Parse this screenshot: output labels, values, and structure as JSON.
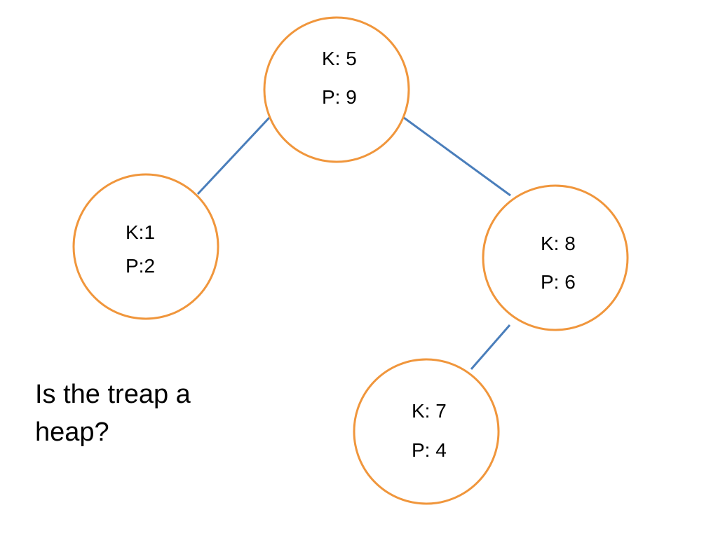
{
  "colors": {
    "node_stroke": "#f0963c",
    "edge_stroke": "#4a7ebb",
    "text": "#000000",
    "background": "#ffffff"
  },
  "nodes": {
    "root": {
      "key_label": "K: 5",
      "priority_label": "P: 9"
    },
    "left": {
      "key_label": "K:1",
      "priority_label": "P:2"
    },
    "right": {
      "key_label": "K: 8",
      "priority_label": "P: 6"
    },
    "right_left": {
      "key_label": "K: 7",
      "priority_label": "P: 4"
    }
  },
  "edges": [
    {
      "from": "root",
      "to": "left"
    },
    {
      "from": "root",
      "to": "right"
    },
    {
      "from": "right",
      "to": "right_left"
    }
  ],
  "question": {
    "line1": "Is the treap a",
    "line2": "heap?"
  }
}
